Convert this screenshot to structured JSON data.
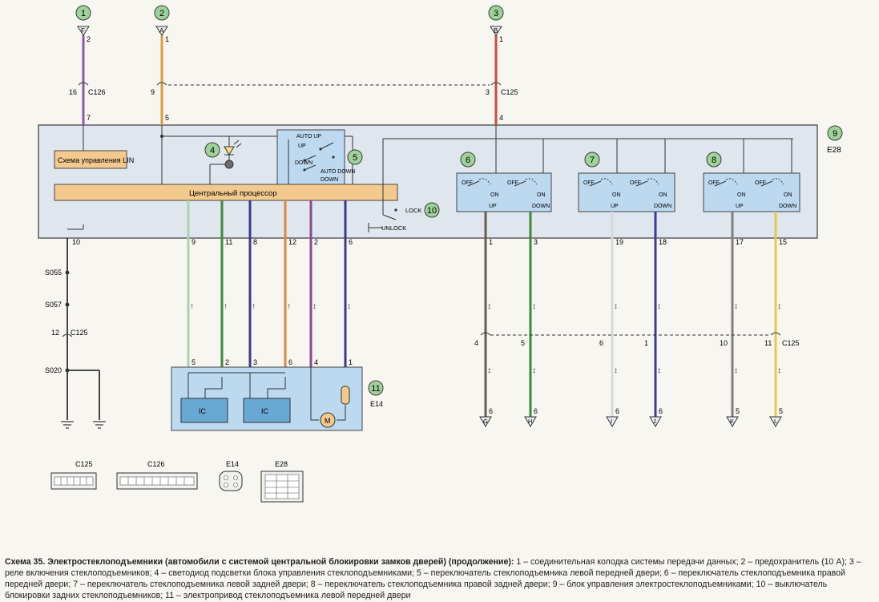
{
  "callouts": [
    "1",
    "2",
    "3",
    "4",
    "5",
    "6",
    "7",
    "8",
    "9",
    "10",
    "11"
  ],
  "connector_pins": {
    "c1_letter": "F",
    "c1_pin": "2",
    "c2_letter": "A",
    "c2_pin": "1",
    "c3_letter": "B",
    "c3_pin": "1",
    "c126_pin": "16",
    "c126_name": "C126",
    "c126_out": "7",
    "c2_mid": "9",
    "c2_out": "5",
    "c125_pin": "3",
    "c125_name": "C125",
    "c125_out": "4"
  },
  "unit_9": {
    "code": "E28"
  },
  "module_lin": "Схема управления LIN",
  "cpu": "Центральный процессор",
  "switch_5": {
    "auto_up": "AUTO UP",
    "up": "UP",
    "down": "DOWN",
    "auto_down": "AUTO DOWN"
  },
  "window_switch": {
    "off": "OFF",
    "on": "ON",
    "up": "UP",
    "down": "DOWN"
  },
  "lock_switch": {
    "lock": "LOCK",
    "unlock": "UNLOCK"
  },
  "bottom_pins": {
    "ground_pin": "10",
    "left_wires": [
      "9",
      "11",
      "8",
      "12",
      "2",
      "6"
    ],
    "right_wires": [
      "1",
      "3",
      "19",
      "18",
      "17",
      "15"
    ],
    "s055": "S055",
    "s057": "S057",
    "c125_pin": "12",
    "c125_name": "C125",
    "s020": "S020",
    "e14_pins": [
      "5",
      "2",
      "3",
      "6",
      "4",
      "1"
    ],
    "c125b_pins": [
      "4",
      "5",
      "6",
      "1",
      "10",
      "11"
    ],
    "c125b_name": "C125",
    "end_pins": [
      "6",
      "6",
      "6",
      "6",
      "5",
      "5"
    ],
    "end_letters": [
      "G",
      "H",
      "I",
      "J",
      "K",
      "L"
    ]
  },
  "unit_11": {
    "code": "E14",
    "ic1": "IC",
    "ic2": "IC",
    "motor": "M"
  },
  "connector_legend": [
    "C125",
    "C126",
    "E14",
    "E28"
  ],
  "caption": {
    "title": "Схема 35. Электростеклоподъемники (автомобили с системой центральной блокировки замков дверей) (продолжение):",
    "text": " 1 – соединительная колодка системы передачи данных; 2 – предохранитель (10 А); 3 – реле включения стеклоподъемников; 4 – светодиод подсветки блока управления стеклоподъемниками; 5 – переключатель стеклоподъемника левой передней двери; 6 – переключатель стеклоподъемника правой передней двери; 7 – переключатель стеклоподъемника левой задней двери; 8 – переключатель стеклоподъемника правой задней двери; 9 – блок управления электростеклоподъемниками; 10 – выключатель блокировки задних стеклоподъемников; 11 – электропривод стеклоподъемника левой передней двери"
  }
}
